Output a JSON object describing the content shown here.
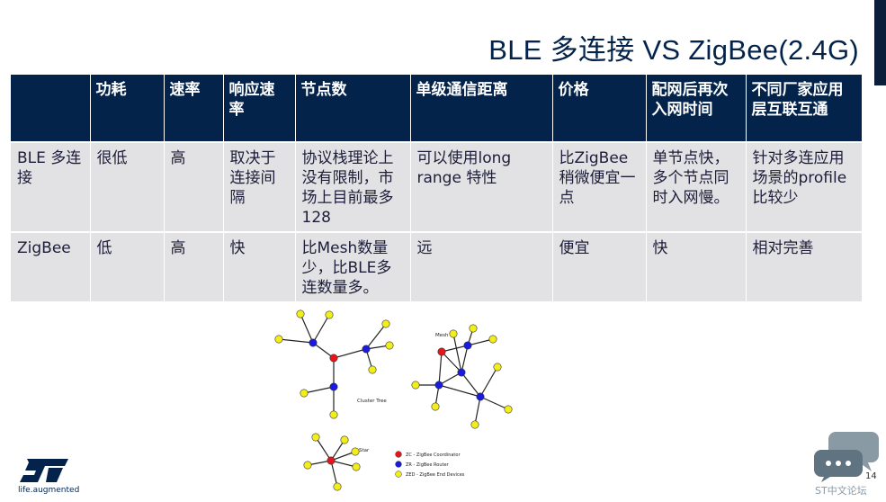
{
  "slide": {
    "title": "BLE 多连接 VS ZigBee(2.4G)",
    "page_number": "14",
    "tagline": "life.augmented",
    "community_label": "ST中文论坛"
  },
  "table": {
    "headers": [
      "",
      "功耗",
      "速率",
      "响应速率",
      "节点数",
      "单级通信距离",
      "价格",
      "配网后再次入网时间",
      "不同厂家应用层互联互通"
    ],
    "rows": [
      [
        "BLE 多连接",
        "很低",
        "高",
        "取决于连接间隔",
        "协议栈理论上没有限制，市场上目前最多128",
        "可以使用long range 特性",
        "比ZigBee稍微便宜一点",
        "单节点快，多个节点同时入网慢。",
        "针对多连应用场景的profile比较少"
      ],
      [
        "ZigBee",
        "低",
        "高",
        "快",
        "比Mesh数量少，比BLE多连数量多。",
        "远",
        "便宜",
        "快",
        "相对完善"
      ]
    ]
  },
  "diagram": {
    "labels": {
      "mesh": "Mesh",
      "cluster_tree": "Cluster Tree",
      "star": "Star"
    },
    "legend": [
      {
        "label": "ZC - ZigBee Coordinator",
        "color": "#e8141b"
      },
      {
        "label": "ZR - ZigBee Router",
        "color": "#1a1ae0"
      },
      {
        "label": "ZED - ZigBee End Devices",
        "color": "#f2ee1c"
      }
    ]
  },
  "colors": {
    "header_bg": "#03234b",
    "cell_bg": "#e2e2e4",
    "title": "#03234b",
    "coordinator": "#e8141b",
    "router": "#1a1ae0",
    "end_device": "#f2ee1c"
  }
}
